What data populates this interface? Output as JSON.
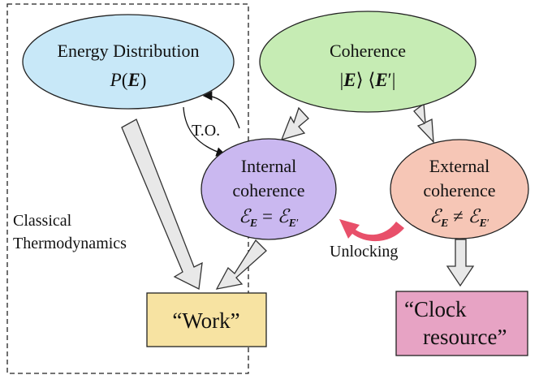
{
  "classical_region": {
    "label_line1": "Classical",
    "label_line2": "Thermodynamics"
  },
  "energy_distribution": {
    "title": "Energy Distribution",
    "formula_fn": "P",
    "formula_var": "E"
  },
  "coherence": {
    "title": "Coherence",
    "ket_var": "E",
    "bra_var": "E",
    "prime": "′"
  },
  "internal_coherence": {
    "line1": "Internal",
    "line2": "coherence",
    "symbol": "ℰ",
    "sub": "E",
    "relation": "=",
    "prime": "′"
  },
  "external_coherence": {
    "line1": "External",
    "line2": "coherence",
    "symbol": "ℰ",
    "sub": "E",
    "relation": "≠",
    "prime": "′"
  },
  "thermal_operations_label": "T.O.",
  "unlocking_label": "Unlocking",
  "work_box": {
    "label": "“Work”"
  },
  "clock_box": {
    "line1": "“Clock",
    "line2": "resource”"
  },
  "colors": {
    "energy_fill": "#c8e8f8",
    "coherence_fill": "#c6ecb4",
    "internal_fill": "#cab8f0",
    "external_fill": "#f6c6b6",
    "work_fill": "#f7e3a2",
    "clock_fill": "#e7a3c4",
    "unlocking_arrow": "#e8506a",
    "block_arrow_fill": "#e8e8e8"
  }
}
